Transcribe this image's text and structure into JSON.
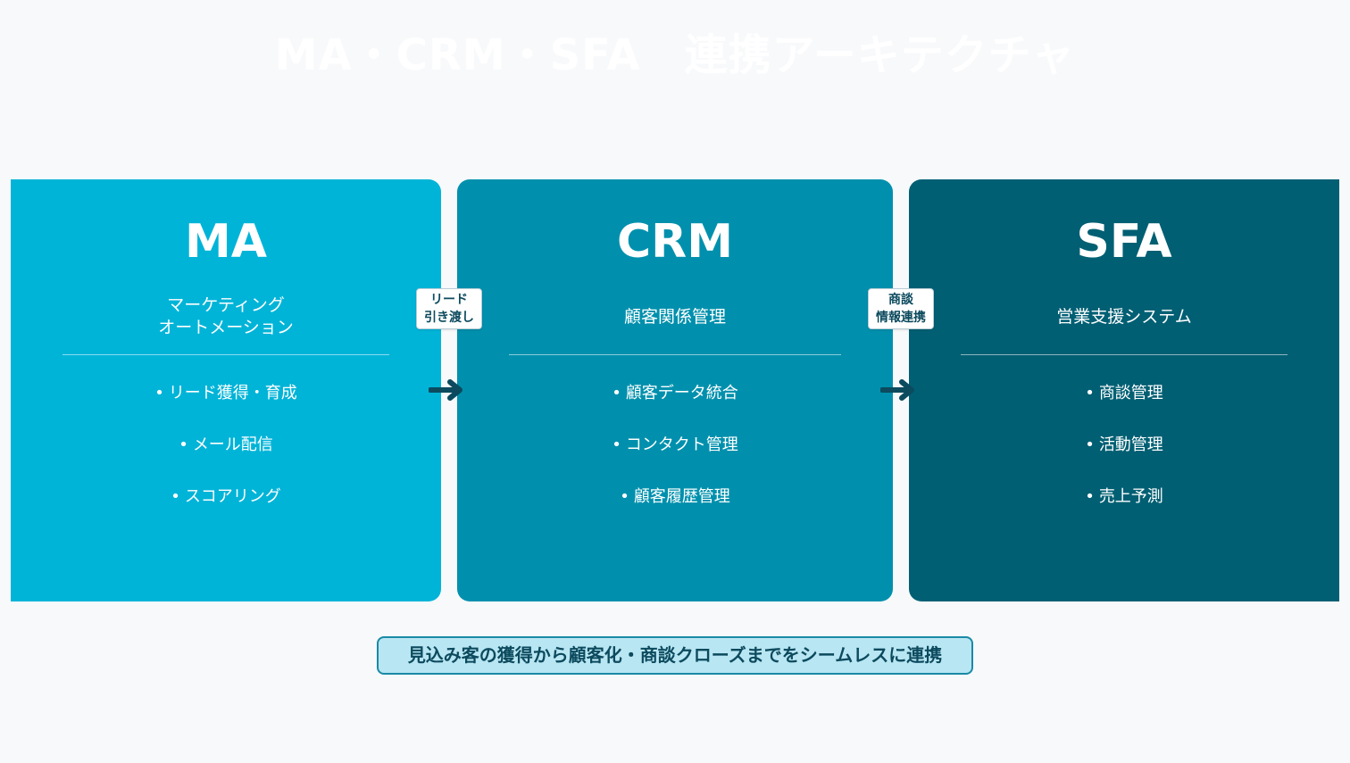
{
  "title": "MA・CRM・SFA　連携アーキテクチャ",
  "colors": {
    "background": "#f7f9fb",
    "ma": "#00b4d8",
    "crm": "#0090ad",
    "sfa": "#005f73",
    "arrow": "#0c4a5e",
    "summary_bg": "#b8e6f2",
    "summary_border": "#1a8aa6"
  },
  "cards": [
    {
      "name": "MA",
      "subtitle": "マーケティング\nオートメーション",
      "features": [
        "リード獲得・育成",
        "メール配信",
        "スコアリング"
      ]
    },
    {
      "name": "CRM",
      "subtitle": "顧客関係管理",
      "features": [
        "顧客データ統合",
        "コンタクト管理",
        "顧客履歴管理"
      ]
    },
    {
      "name": "SFA",
      "subtitle": "営業支援システム",
      "features": [
        "商談管理",
        "活動管理",
        "売上予測"
      ]
    }
  ],
  "handoffs": [
    {
      "label": "リード\n引き渡し",
      "icon": "arrow-right-icon"
    },
    {
      "label": "商談\n情報連携",
      "icon": "arrow-right-icon"
    }
  ],
  "summary": "見込み客の獲得から顧客化・商談クローズまでをシームレスに連携"
}
